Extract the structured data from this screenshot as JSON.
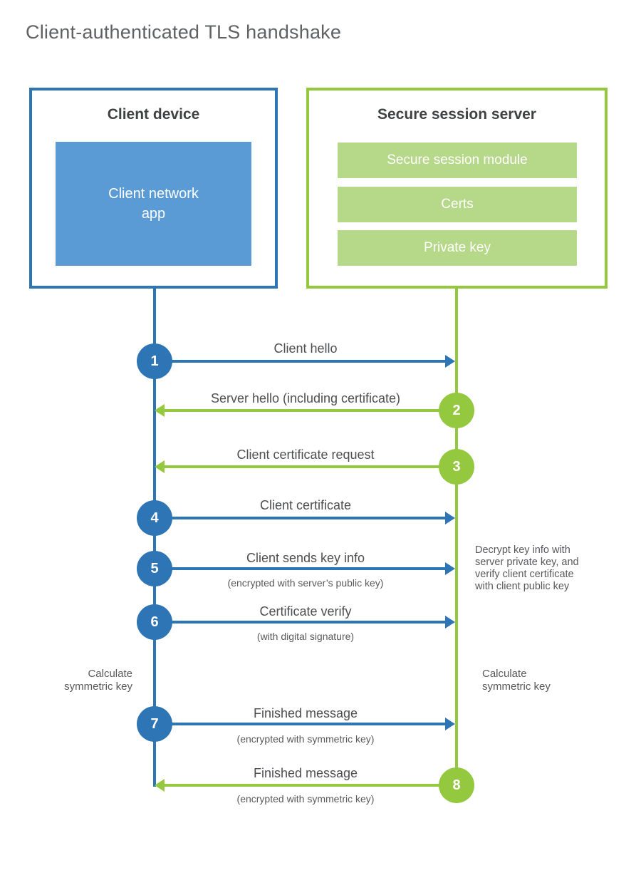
{
  "title": "Client-authenticated TLS handshake",
  "colors": {
    "blue_dark": "#2e75b5",
    "blue_fill": "#5b9bd5",
    "green_bright": "#94c83e",
    "green_fill": "#b6d889",
    "title_gray": "#5f6163",
    "text_dark": "#4d4e50"
  },
  "client_box": {
    "title": "Client device",
    "app_label_lines": [
      "Client network",
      "app"
    ]
  },
  "server_box": {
    "title": "Secure session server",
    "modules": [
      "Secure session module",
      "Certs",
      "Private key"
    ]
  },
  "steps": [
    {
      "num": "1",
      "label": "Client hello",
      "sub": "",
      "direction": "client-to-server"
    },
    {
      "num": "2",
      "label": "Server hello (including certificate)",
      "sub": "",
      "direction": "server-to-client"
    },
    {
      "num": "3",
      "label": "Client certificate request",
      "sub": "",
      "direction": "server-to-client"
    },
    {
      "num": "4",
      "label": "Client certificate",
      "sub": "",
      "direction": "client-to-server"
    },
    {
      "num": "5",
      "label": "Client sends key info",
      "sub": "(encrypted with server’s public key)",
      "direction": "client-to-server"
    },
    {
      "num": "6",
      "label": "Certificate verify",
      "sub": "(with digital signature)",
      "direction": "client-to-server"
    },
    {
      "num": "7",
      "label": "Finished message",
      "sub": "(encrypted with symmetric key)",
      "direction": "client-to-server"
    },
    {
      "num": "8",
      "label": "Finished message",
      "sub": "(encrypted with symmetric key)",
      "direction": "server-to-client"
    }
  ],
  "notes": {
    "decrypt_note": "Decrypt key info with server private key, and verify client certificate with client public key",
    "calc_left": "Calculate symmetric key",
    "calc_right": "Calculate symmetric key"
  }
}
